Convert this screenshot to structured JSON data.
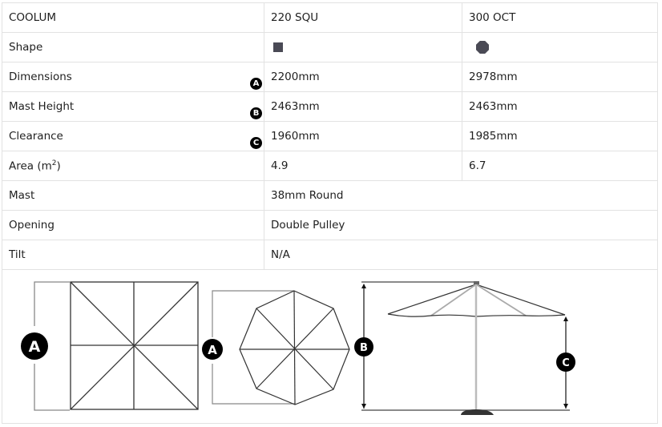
{
  "table": {
    "header": {
      "label": "COOLUM",
      "col1": "220 SQU",
      "col2": "300 OCT"
    },
    "rows": [
      {
        "label": "Shape",
        "col1_icon": "square-shape-icon",
        "col2_icon": "octagon-shape-icon"
      },
      {
        "label": "Dimensions",
        "badge": "A",
        "col1": "2200mm",
        "col2": "2978mm"
      },
      {
        "label": "Mast Height",
        "badge": "B",
        "col1": "2463mm",
        "col2": "2463mm"
      },
      {
        "label": "Clearance",
        "badge": "C",
        "col1": "1960mm",
        "col2": "1985mm"
      },
      {
        "label": "Area (m",
        "label_sup": "2",
        "label_end": ")",
        "col1": "4.9",
        "col2": "6.7"
      },
      {
        "label": "Mast",
        "value": "38mm Round"
      },
      {
        "label": "Opening",
        "value": "Double Pulley"
      },
      {
        "label": "Tilt",
        "value": "N/A"
      }
    ]
  },
  "diagram": {
    "square_label": "A",
    "octagon_label": "A",
    "height_label": "B",
    "clearance_label": "C"
  },
  "colors": {
    "border": "#e2e2e2",
    "shape_fill": "#4a4a55",
    "badge": "#000000"
  }
}
